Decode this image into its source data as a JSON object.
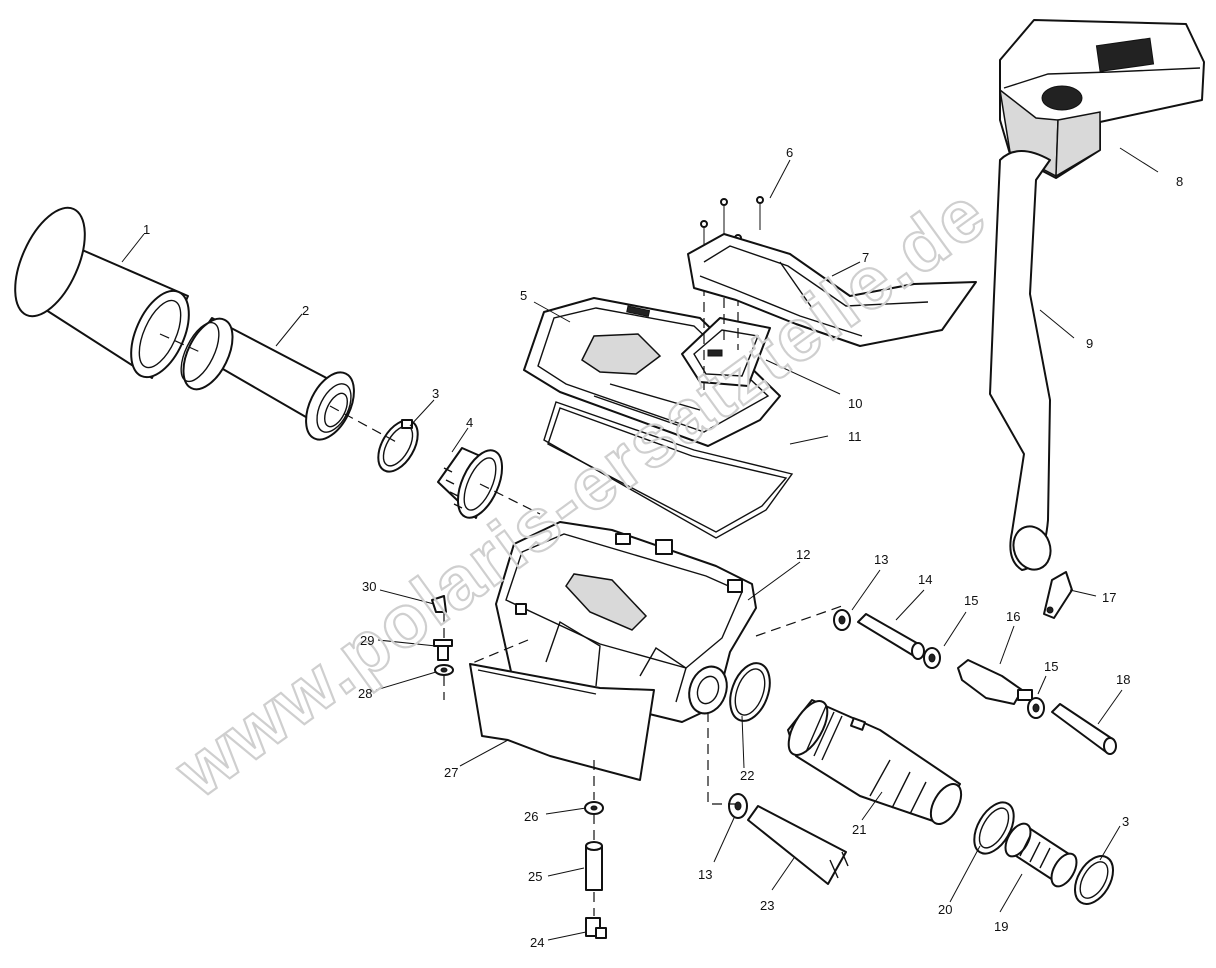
{
  "watermark": "www.polaris-ersatzteile.de",
  "callouts": [
    {
      "id": "c1",
      "label": "1"
    },
    {
      "id": "c2",
      "label": "2"
    },
    {
      "id": "c3a",
      "label": "3"
    },
    {
      "id": "c3b",
      "label": "3"
    },
    {
      "id": "c4",
      "label": "4"
    },
    {
      "id": "c5",
      "label": "5"
    },
    {
      "id": "c6",
      "label": "6"
    },
    {
      "id": "c7",
      "label": "7"
    },
    {
      "id": "c8",
      "label": "8"
    },
    {
      "id": "c9",
      "label": "9"
    },
    {
      "id": "c10",
      "label": "10"
    },
    {
      "id": "c11",
      "label": "11"
    },
    {
      "id": "c12",
      "label": "12"
    },
    {
      "id": "c13a",
      "label": "13"
    },
    {
      "id": "c13b",
      "label": "13"
    },
    {
      "id": "c14",
      "label": "14"
    },
    {
      "id": "c15a",
      "label": "15"
    },
    {
      "id": "c15b",
      "label": "15"
    },
    {
      "id": "c16",
      "label": "16"
    },
    {
      "id": "c17",
      "label": "17"
    },
    {
      "id": "c18",
      "label": "18"
    },
    {
      "id": "c19",
      "label": "19"
    },
    {
      "id": "c20",
      "label": "20"
    },
    {
      "id": "c21",
      "label": "21"
    },
    {
      "id": "c22",
      "label": "22"
    },
    {
      "id": "c23",
      "label": "23"
    },
    {
      "id": "c24",
      "label": "24"
    },
    {
      "id": "c25",
      "label": "25"
    },
    {
      "id": "c26",
      "label": "26"
    },
    {
      "id": "c27",
      "label": "27"
    },
    {
      "id": "c28",
      "label": "28"
    },
    {
      "id": "c29",
      "label": "29"
    },
    {
      "id": "c30",
      "label": "30"
    }
  ]
}
